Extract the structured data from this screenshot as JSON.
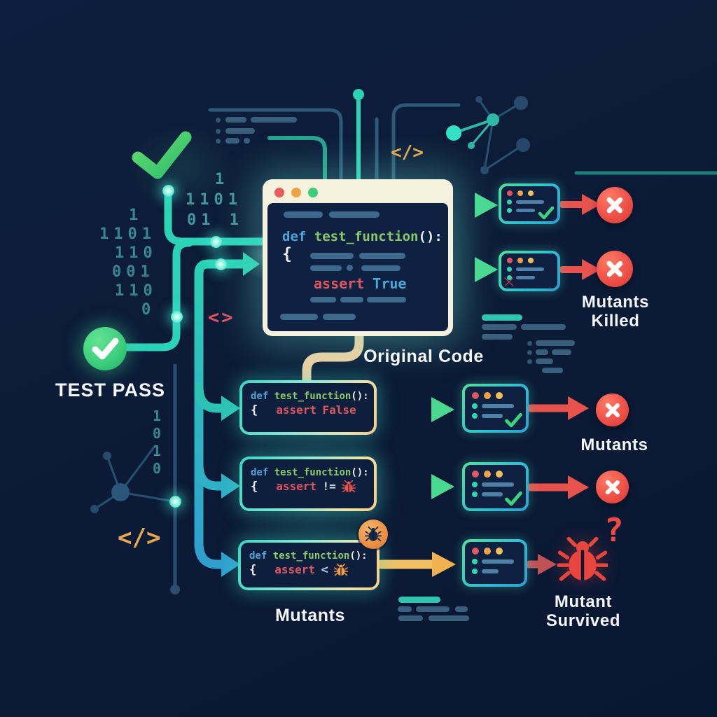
{
  "labels": {
    "test_pass": "TEST PASS",
    "original_code": "Original Code",
    "mutants_killed_line1": "Mutants",
    "mutants_killed_line2": "Killed",
    "mutants_right": "Mutants",
    "mutants_bottom": "Mutants",
    "mutant_survived_line1": "Mutant",
    "mutant_survived_line2": "Survived",
    "question_mark": "?"
  },
  "original_window": {
    "code": {
      "kw": "def",
      "name": "test_function",
      "sig": "():",
      "brace": "{",
      "assert_kw": "assert",
      "value": "True"
    }
  },
  "mutants": [
    {
      "code": {
        "kw": "def",
        "name": "test_function",
        "sig": "():",
        "brace": "{",
        "assert_kw": "assert",
        "value": "False"
      }
    },
    {
      "code": {
        "kw": "def",
        "name": "test_function",
        "sig": "():",
        "brace": "{",
        "assert_kw": "assert",
        "op": "!="
      }
    },
    {
      "code": {
        "kw": "def",
        "name": "test_function",
        "sig": "():",
        "brace": "{",
        "assert_kw": "assert",
        "op": "<"
      }
    }
  ],
  "binary": {
    "col1": [
      "1",
      "1101",
      "110",
      "001",
      "110",
      "0"
    ],
    "col2": [
      "1",
      "1101",
      "01 1"
    ],
    "col3": [
      "1",
      "0",
      "1",
      "0"
    ]
  },
  "symbols": {
    "code_tag_small": "</>",
    "code_tag_large": "</>",
    "angle_brackets": "<>"
  },
  "colors": {
    "background": "#0b1a36",
    "teal": "#2fd6b5",
    "green": "#45d48a",
    "red": "#e8524c",
    "orange": "#f2a24e",
    "blue": "#2f9fce",
    "cream": "#f4f1dc"
  }
}
